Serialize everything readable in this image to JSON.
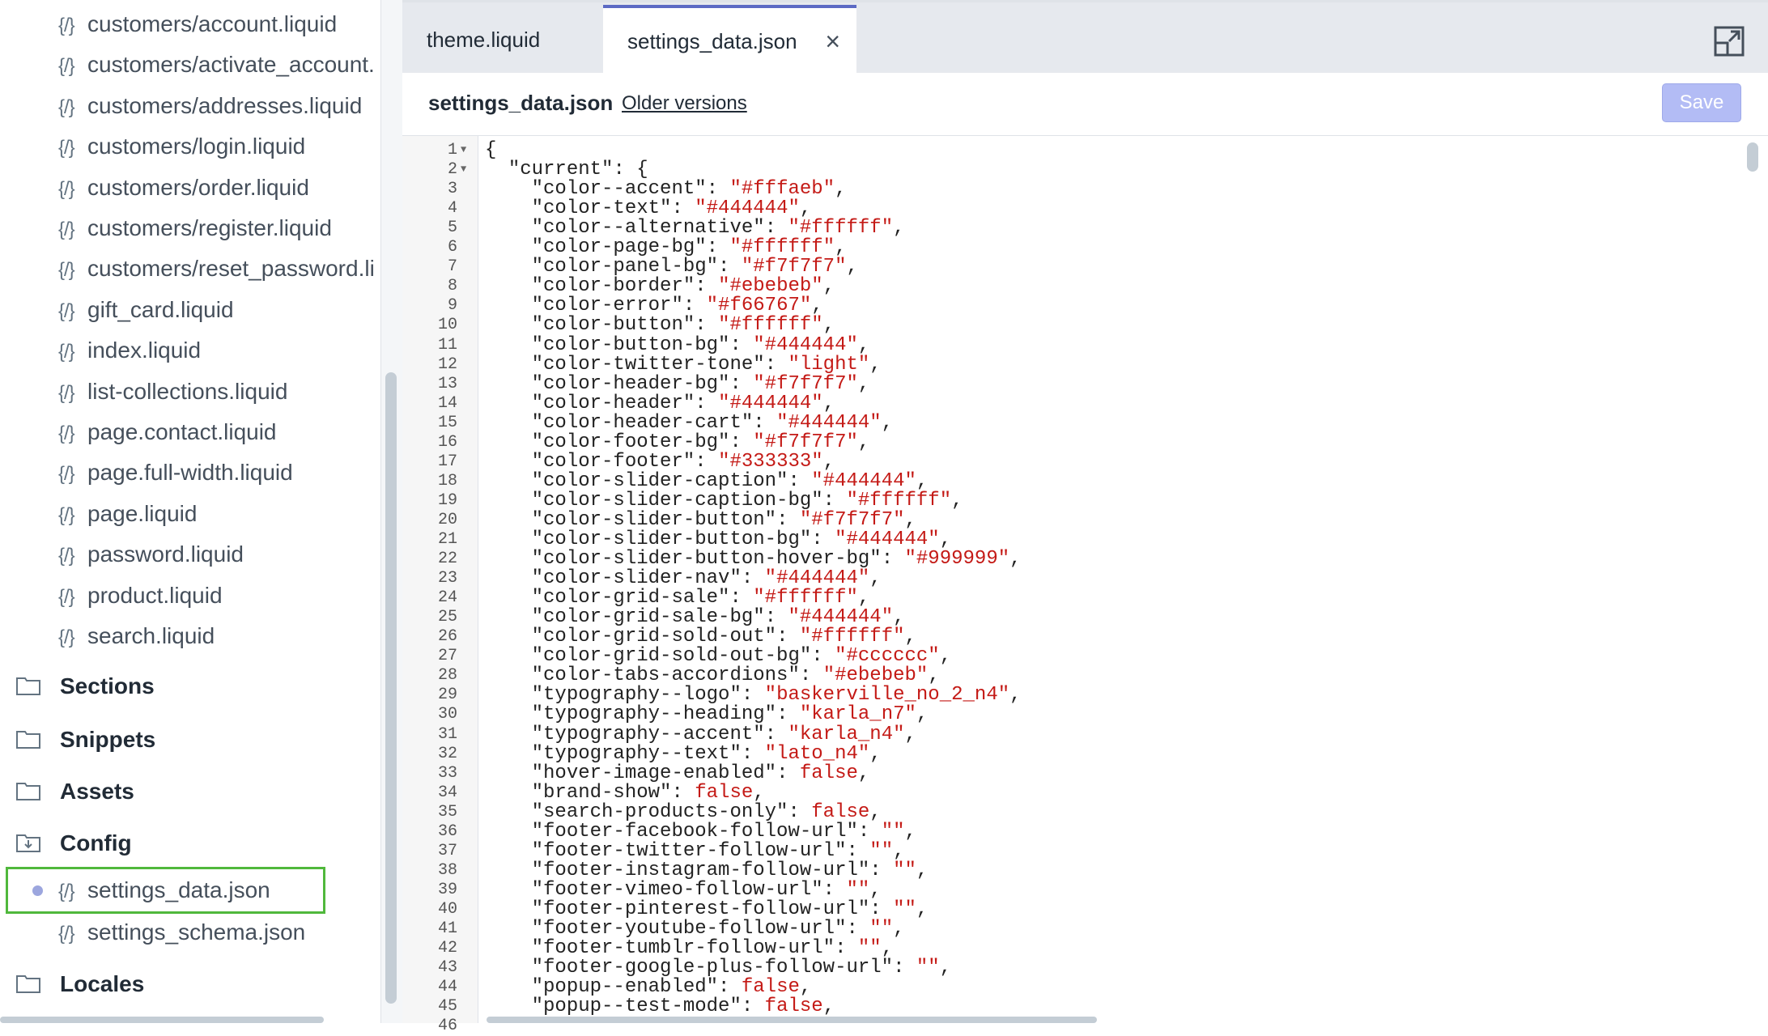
{
  "sidebar": {
    "files": [
      "customers/account.liquid",
      "customers/activate_account.",
      "customers/addresses.liquid",
      "customers/login.liquid",
      "customers/order.liquid",
      "customers/register.liquid",
      "customers/reset_password.li",
      "gift_card.liquid",
      "index.liquid",
      "list-collections.liquid",
      "page.contact.liquid",
      "page.full-width.liquid",
      "page.liquid",
      "password.liquid",
      "product.liquid",
      "search.liquid"
    ],
    "file_icon_glyph": "{/}",
    "folders": {
      "sections": "Sections",
      "snippets": "Snippets",
      "assets": "Assets",
      "config": "Config",
      "locales": "Locales"
    },
    "config_files": {
      "settings_data": "settings_data.json",
      "settings_schema": "settings_schema.json"
    }
  },
  "tabs": {
    "theme": "theme.liquid",
    "settings": "settings_data.json",
    "close_glyph": "×"
  },
  "header": {
    "title": "settings_data.json",
    "older_versions": "Older versions",
    "save": "Save"
  },
  "editor": {
    "line_numbers": [
      "1",
      "2",
      "3",
      "4",
      "5",
      "6",
      "7",
      "8",
      "9",
      "10",
      "11",
      "12",
      "13",
      "14",
      "15",
      "16",
      "17",
      "18",
      "19",
      "20",
      "21",
      "22",
      "23",
      "24",
      "25",
      "26",
      "27",
      "28",
      "29",
      "30",
      "31",
      "32",
      "33",
      "34",
      "35",
      "36",
      "37",
      "38",
      "39",
      "40",
      "41",
      "42",
      "43",
      "44",
      "45",
      "46"
    ],
    "lines": [
      {
        "indent": "",
        "key": "",
        "val": "",
        "tail": "{"
      },
      {
        "indent": "  ",
        "key": "\"current\"",
        "val": "",
        "tail": ": {"
      },
      {
        "indent": "    ",
        "key": "\"color--accent\"",
        "val": "\"#fffaeb\"",
        "tail": ","
      },
      {
        "indent": "    ",
        "key": "\"color-text\"",
        "val": "\"#444444\"",
        "tail": ","
      },
      {
        "indent": "    ",
        "key": "\"color--alternative\"",
        "val": "\"#ffffff\"",
        "tail": ","
      },
      {
        "indent": "    ",
        "key": "\"color-page-bg\"",
        "val": "\"#ffffff\"",
        "tail": ","
      },
      {
        "indent": "    ",
        "key": "\"color-panel-bg\"",
        "val": "\"#f7f7f7\"",
        "tail": ","
      },
      {
        "indent": "    ",
        "key": "\"color-border\"",
        "val": "\"#ebebeb\"",
        "tail": ","
      },
      {
        "indent": "    ",
        "key": "\"color-error\"",
        "val": "\"#f66767\"",
        "tail": ","
      },
      {
        "indent": "    ",
        "key": "\"color-button\"",
        "val": "\"#ffffff\"",
        "tail": ","
      },
      {
        "indent": "    ",
        "key": "\"color-button-bg\"",
        "val": "\"#444444\"",
        "tail": ","
      },
      {
        "indent": "    ",
        "key": "\"color-twitter-tone\"",
        "val": "\"light\"",
        "tail": ","
      },
      {
        "indent": "    ",
        "key": "\"color-header-bg\"",
        "val": "\"#f7f7f7\"",
        "tail": ","
      },
      {
        "indent": "    ",
        "key": "\"color-header\"",
        "val": "\"#444444\"",
        "tail": ","
      },
      {
        "indent": "    ",
        "key": "\"color-header-cart\"",
        "val": "\"#444444\"",
        "tail": ","
      },
      {
        "indent": "    ",
        "key": "\"color-footer-bg\"",
        "val": "\"#f7f7f7\"",
        "tail": ","
      },
      {
        "indent": "    ",
        "key": "\"color-footer\"",
        "val": "\"#333333\"",
        "tail": ","
      },
      {
        "indent": "    ",
        "key": "\"color-slider-caption\"",
        "val": "\"#444444\"",
        "tail": ","
      },
      {
        "indent": "    ",
        "key": "\"color-slider-caption-bg\"",
        "val": "\"#ffffff\"",
        "tail": ","
      },
      {
        "indent": "    ",
        "key": "\"color-slider-button\"",
        "val": "\"#f7f7f7\"",
        "tail": ","
      },
      {
        "indent": "    ",
        "key": "\"color-slider-button-bg\"",
        "val": "\"#444444\"",
        "tail": ","
      },
      {
        "indent": "    ",
        "key": "\"color-slider-button-hover-bg\"",
        "val": "\"#999999\"",
        "tail": ","
      },
      {
        "indent": "    ",
        "key": "\"color-slider-nav\"",
        "val": "\"#444444\"",
        "tail": ","
      },
      {
        "indent": "    ",
        "key": "\"color-grid-sale\"",
        "val": "\"#ffffff\"",
        "tail": ","
      },
      {
        "indent": "    ",
        "key": "\"color-grid-sale-bg\"",
        "val": "\"#444444\"",
        "tail": ","
      },
      {
        "indent": "    ",
        "key": "\"color-grid-sold-out\"",
        "val": "\"#ffffff\"",
        "tail": ","
      },
      {
        "indent": "    ",
        "key": "\"color-grid-sold-out-bg\"",
        "val": "\"#cccccc\"",
        "tail": ","
      },
      {
        "indent": "    ",
        "key": "\"color-tabs-accordions\"",
        "val": "\"#ebebeb\"",
        "tail": ","
      },
      {
        "indent": "    ",
        "key": "\"typography--logo\"",
        "val": "\"baskerville_no_2_n4\"",
        "tail": ","
      },
      {
        "indent": "    ",
        "key": "\"typography--heading\"",
        "val": "\"karla_n7\"",
        "tail": ","
      },
      {
        "indent": "    ",
        "key": "\"typography--accent\"",
        "val": "\"karla_n4\"",
        "tail": ","
      },
      {
        "indent": "    ",
        "key": "\"typography--text\"",
        "val": "\"lato_n4\"",
        "tail": ","
      },
      {
        "indent": "    ",
        "key": "\"hover-image-enabled\"",
        "val": "false",
        "tail": ","
      },
      {
        "indent": "    ",
        "key": "\"brand-show\"",
        "val": "false",
        "tail": ","
      },
      {
        "indent": "    ",
        "key": "\"search-products-only\"",
        "val": "false",
        "tail": ","
      },
      {
        "indent": "    ",
        "key": "\"footer-facebook-follow-url\"",
        "val": "\"\"",
        "tail": ","
      },
      {
        "indent": "    ",
        "key": "\"footer-twitter-follow-url\"",
        "val": "\"\"",
        "tail": ","
      },
      {
        "indent": "    ",
        "key": "\"footer-instagram-follow-url\"",
        "val": "\"\"",
        "tail": ","
      },
      {
        "indent": "    ",
        "key": "\"footer-vimeo-follow-url\"",
        "val": "\"\"",
        "tail": ","
      },
      {
        "indent": "    ",
        "key": "\"footer-pinterest-follow-url\"",
        "val": "\"\"",
        "tail": ","
      },
      {
        "indent": "    ",
        "key": "\"footer-youtube-follow-url\"",
        "val": "\"\"",
        "tail": ","
      },
      {
        "indent": "    ",
        "key": "\"footer-tumblr-follow-url\"",
        "val": "\"\"",
        "tail": ","
      },
      {
        "indent": "    ",
        "key": "\"footer-google-plus-follow-url\"",
        "val": "\"\"",
        "tail": ","
      },
      {
        "indent": "    ",
        "key": "\"popup--enabled\"",
        "val": "false",
        "tail": ","
      },
      {
        "indent": "    ",
        "key": "\"popup--test-mode\"",
        "val": "false",
        "tail": ","
      }
    ]
  },
  "colors": {
    "accent": "#5c6ac4",
    "save_disabled": "#b3bcf5",
    "active_outline": "#50b83c",
    "string": "#c41a16"
  }
}
